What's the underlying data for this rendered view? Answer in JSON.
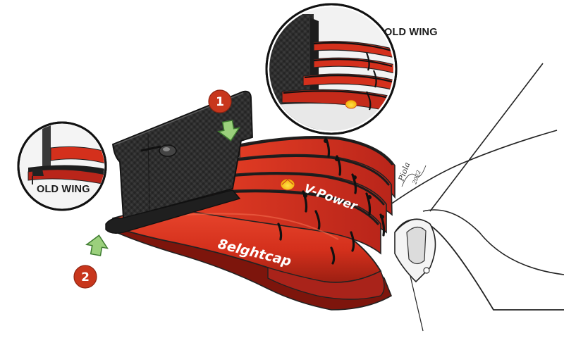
{
  "callouts": {
    "top": {
      "label": "OLD WING"
    },
    "left": {
      "label": "OLD WING"
    }
  },
  "markers": [
    {
      "number": "1"
    },
    {
      "number": "2"
    }
  ],
  "sponsors": {
    "flap_text": "V-Power",
    "mainplane_text": "8elghtcap"
  },
  "signature": {
    "name": "Piola",
    "year": "2022"
  },
  "colors": {
    "wing_red": "#d8321f",
    "wing_dark_red": "#8c1a10",
    "endplate_carbon": "#2a2a2a",
    "badge_red": "#c8361c",
    "arrow_green": "#9bd07c"
  }
}
